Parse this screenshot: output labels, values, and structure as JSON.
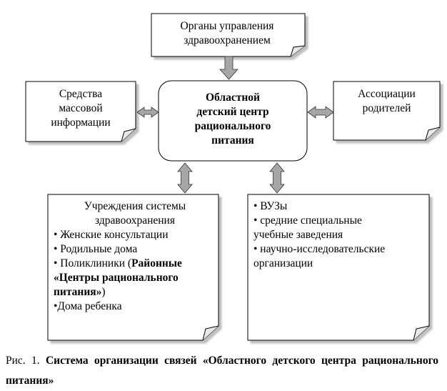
{
  "top_box": {
    "line1": "Органы управления",
    "line2": "здравоохранением"
  },
  "center_box": {
    "line1": "Областной",
    "line2": "детский центр",
    "line3": "рационального",
    "line4": "питания"
  },
  "left_box": {
    "line1": "Средства",
    "line2": "массовой",
    "line3": "информации"
  },
  "right_box": {
    "line1": "Ассоциации",
    "line2": "родителей"
  },
  "bottom_left_box": {
    "heading1": "Учреждения системы",
    "heading2": "здравоохранения",
    "item1": "• Женские консультации",
    "item2": "• Родильные дома",
    "item3_prefix": "• Поликлиники (",
    "item3_bold1": "Районные",
    "item3_bold2": "«Центры рационального",
    "item3_bold3": "питания»",
    "item3_suffix": ")",
    "item4": "•Дома ребенка"
  },
  "bottom_right_box": {
    "item1": "• ВУЗы",
    "item2a": "• средние специальные",
    "item2b": "учебные заведения",
    "item3a": "• научно-исследовательские",
    "item3b": "организации"
  },
  "caption": {
    "prefix": "Рис. 1. ",
    "bold": "Система организации связей «Областного детского центра рационального питания»"
  }
}
